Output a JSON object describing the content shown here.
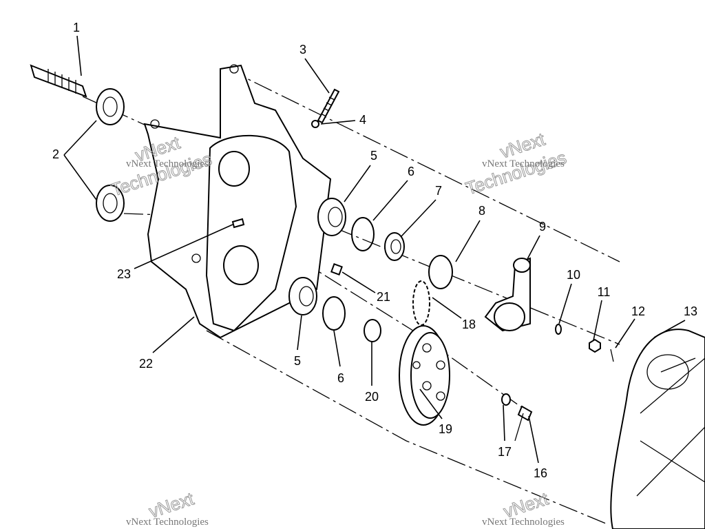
{
  "diagram": {
    "callouts": [
      "1",
      "2",
      "3",
      "4",
      "5",
      "6",
      "7",
      "8",
      "9",
      "10",
      "11",
      "12",
      "13",
      "16",
      "17",
      "18",
      "19",
      "20",
      "21",
      "22",
      "23",
      "5",
      "6"
    ],
    "watermark": {
      "brand_line": "vNext Technologies",
      "big_word_1": "vNext",
      "big_word_2": "Technologies"
    }
  }
}
